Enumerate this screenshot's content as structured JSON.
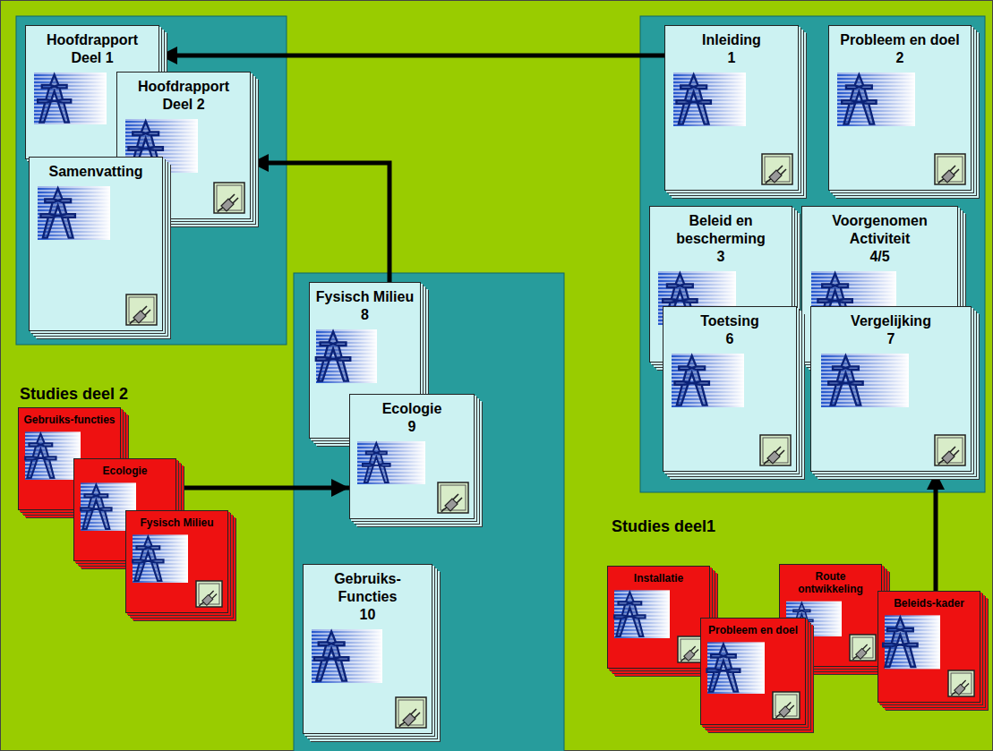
{
  "diagram": {
    "nodes": [
      {
        "text": [
          "Hoofdrapport",
          "Deel 1"
        ]
      },
      {
        "text": [
          "Hoofdrapport",
          "Deel 2"
        ]
      },
      {
        "text": [
          "Samenvatting"
        ]
      },
      {
        "text": [
          "Inleiding",
          "1"
        ]
      },
      {
        "text": [
          "Probleem en doel",
          "2"
        ]
      },
      {
        "text": [
          "Beleid en bescherming",
          "3"
        ]
      },
      {
        "text": [
          "Voorgenomen Activiteit",
          "4/5"
        ]
      },
      {
        "text": [
          "Toetsing",
          "6"
        ]
      },
      {
        "text": [
          "Vergelijking",
          "7"
        ]
      },
      {
        "text": [
          "Fysisch Milieu",
          "8"
        ]
      },
      {
        "text": [
          "Ecologie",
          "9"
        ]
      },
      {
        "text": [
          "Gebruiks-Functies",
          "10"
        ]
      },
      {
        "text": [
          "Gebruiks-functies"
        ]
      },
      {
        "text": [
          "Ecologie"
        ]
      },
      {
        "text": [
          "Fysisch Milieu"
        ]
      },
      {
        "text": [
          "Installatie"
        ]
      },
      {
        "text": [
          "Route ontwikkeling"
        ]
      },
      {
        "text": [
          "Probleem en doel"
        ]
      },
      {
        "text": [
          "Beleids-kader"
        ]
      }
    ],
    "edges": [
      {
        "from": 3,
        "to": 0,
        "arrow": "to"
      },
      {
        "from": 9,
        "to": 1,
        "arrow": "to"
      },
      {
        "from": 13,
        "to": 10,
        "arrow": "to"
      },
      {
        "from": 18,
        "to": 8,
        "arrow": "to"
      }
    ],
    "labels": [
      "Studies deel 2",
      "Studies deel1"
    ]
  }
}
